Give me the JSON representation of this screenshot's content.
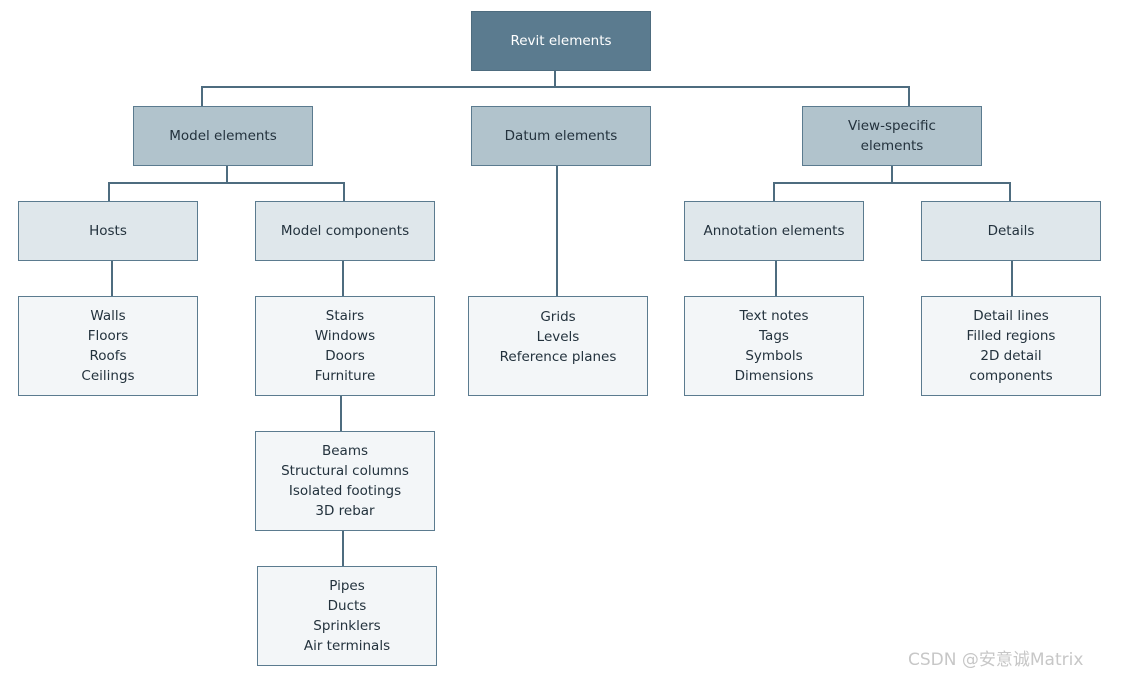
{
  "root": {
    "label": "Revit elements"
  },
  "categories": {
    "model": {
      "label": "Model elements"
    },
    "datum": {
      "label": "Datum elements"
    },
    "view_specific": {
      "label_lines": [
        "View-specific",
        "elements"
      ]
    }
  },
  "subcategories": {
    "hosts": {
      "label": "Hosts"
    },
    "model_components": {
      "label": "Model components"
    },
    "annotation": {
      "label": "Annotation elements"
    },
    "details": {
      "label": "Details"
    }
  },
  "leaves": {
    "hosts_items": [
      "Walls",
      "Floors",
      "Roofs",
      "Ceilings"
    ],
    "components_items": [
      "Stairs",
      "Windows",
      "Doors",
      "Furniture"
    ],
    "structural_items": [
      "Beams",
      "Structural columns",
      "Isolated footings",
      "3D rebar"
    ],
    "mep_items": [
      "Pipes",
      "Ducts",
      "Sprinklers",
      "Air terminals"
    ],
    "datum_items": [
      "Grids",
      "Levels",
      "Reference planes"
    ],
    "annotation_items": [
      "Text notes",
      "Tags",
      "Symbols",
      "Dimensions"
    ],
    "details_items": [
      "Detail lines",
      "Filled regions",
      "2D detail",
      "components"
    ]
  },
  "watermark": "CSDN @安意诚Matrix",
  "colors": {
    "root_fill": "#5b7b8f",
    "category_fill": "#b1c3cc",
    "subcategory_fill": "#dfe7eb",
    "leaf_fill": "#f3f6f8",
    "connector": "#4e6c7f"
  }
}
